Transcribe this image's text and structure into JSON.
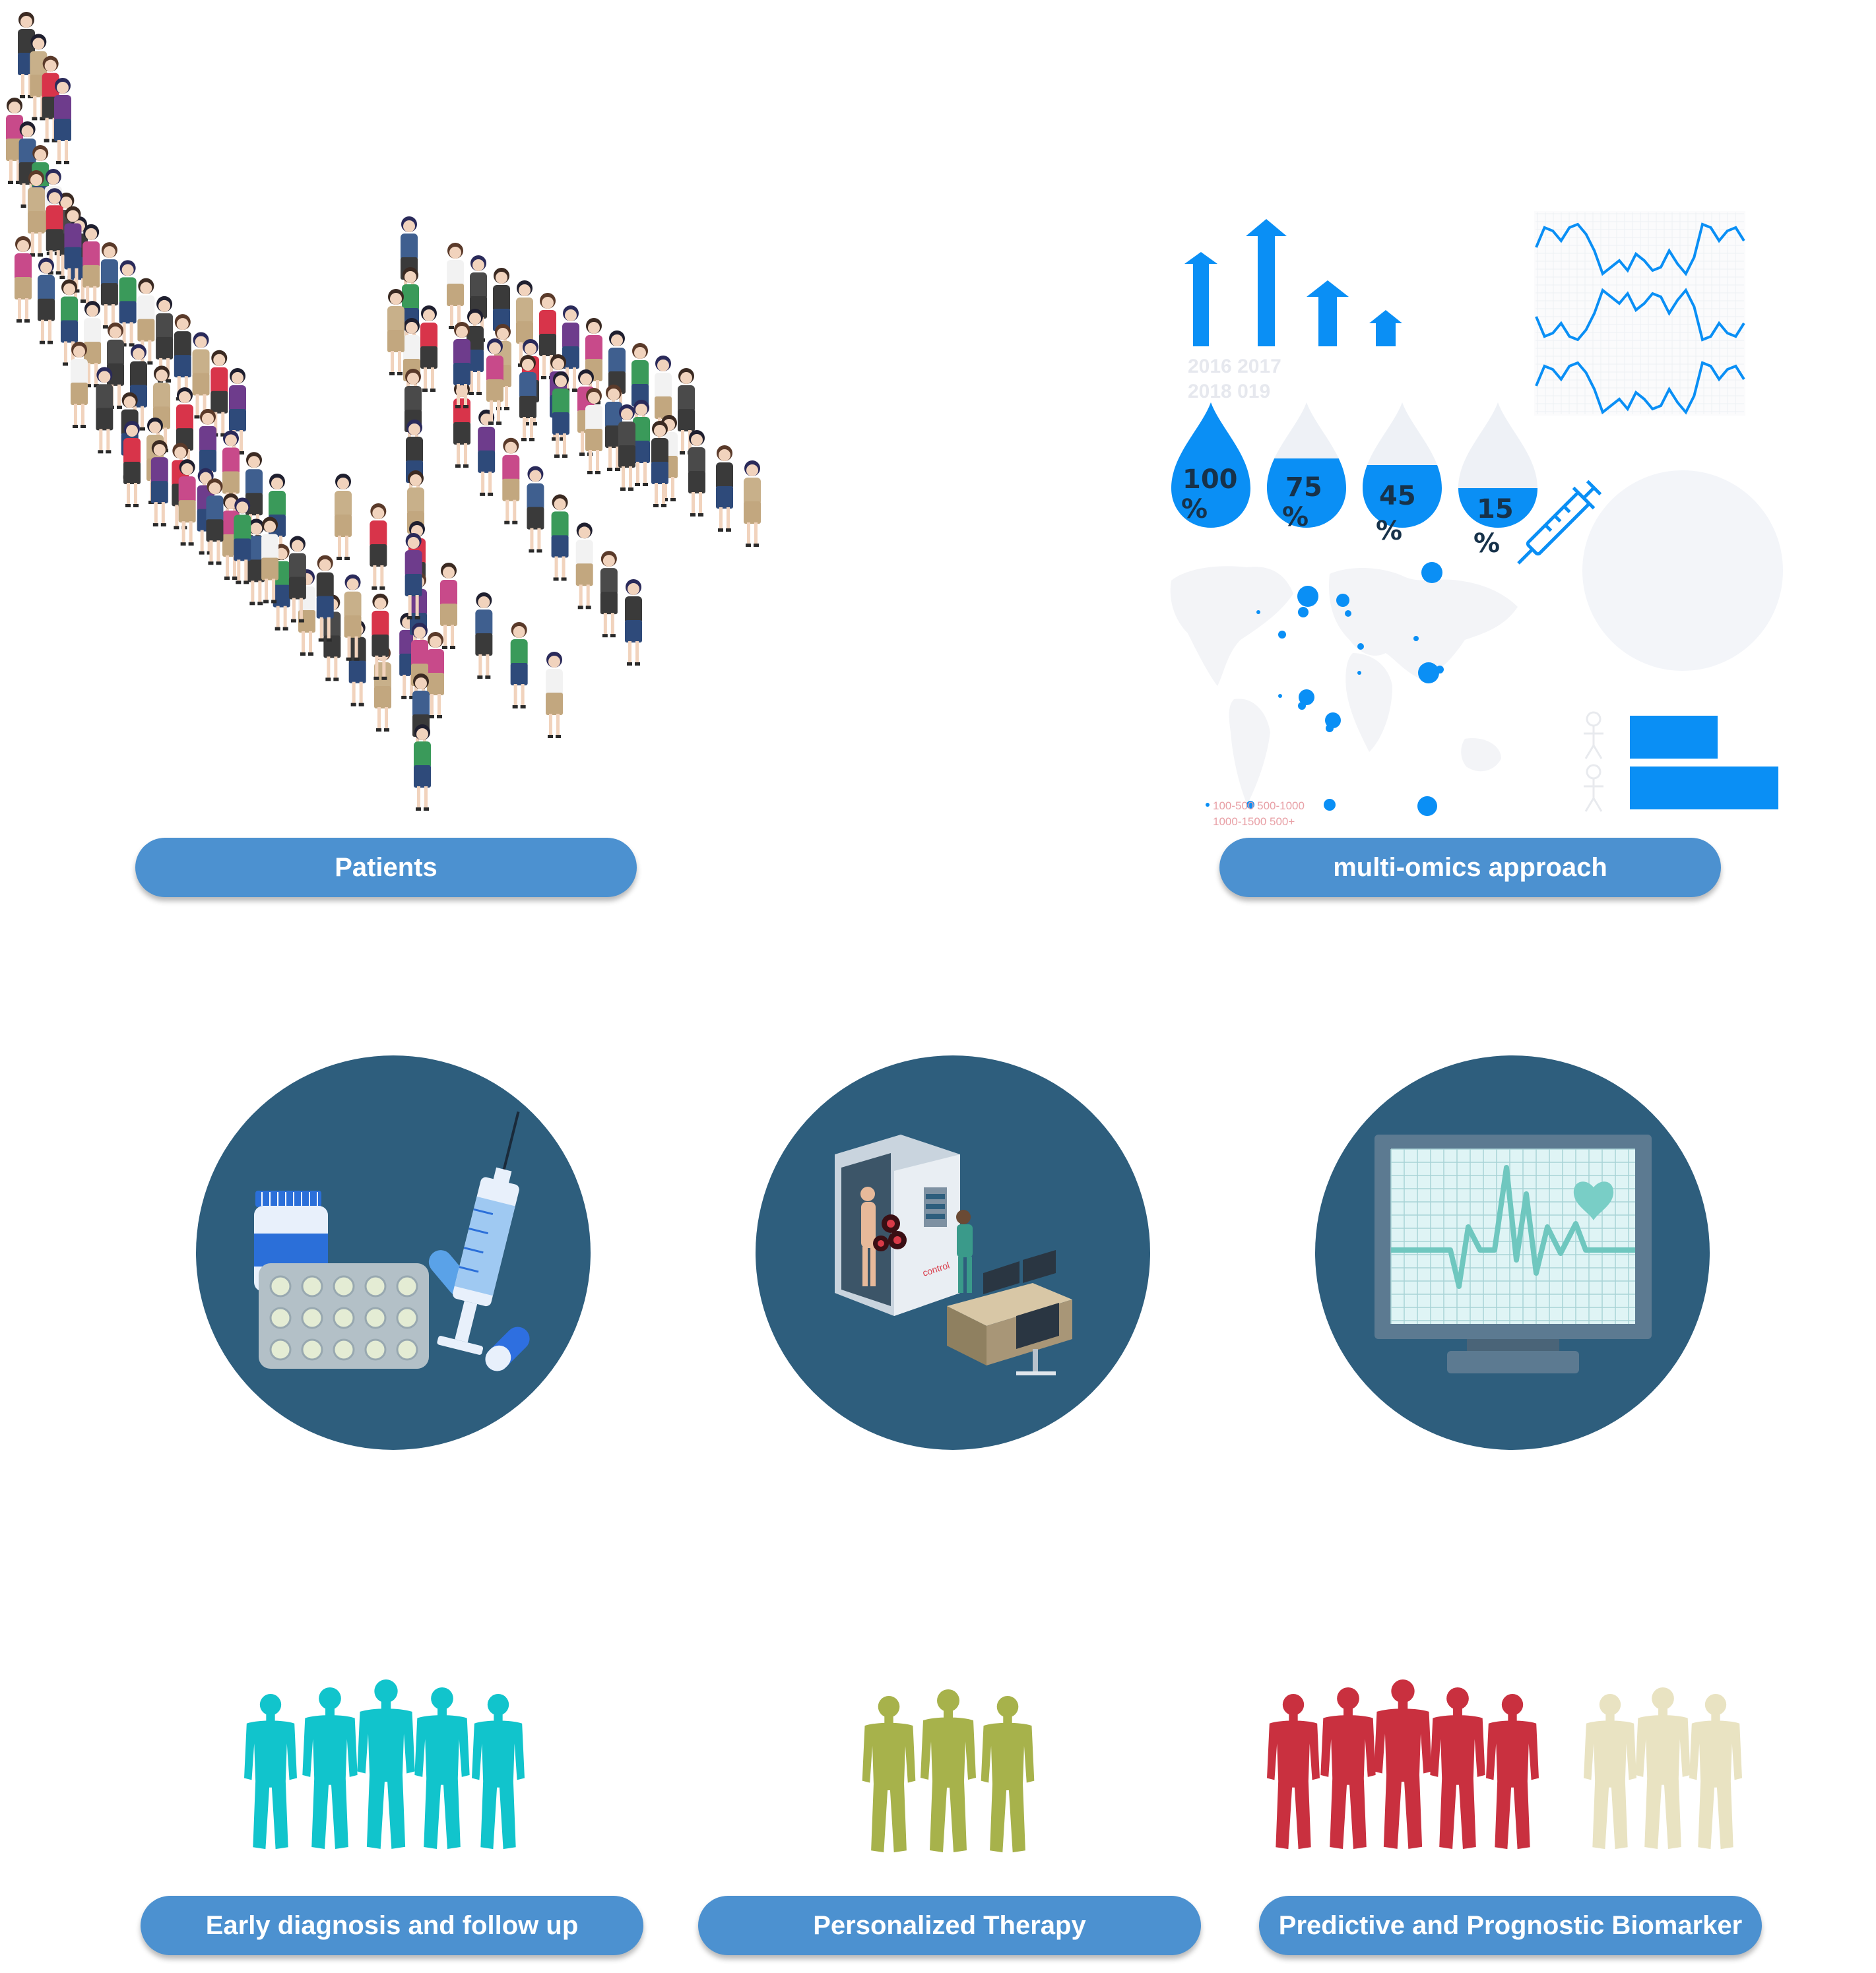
{
  "labels": {
    "patients": "Patients",
    "multi_omics": "multi-omics approach",
    "early_diagnosis": "Early diagnosis and follow up",
    "personalized_therapy": "Personalized Therapy",
    "biomarker": "Predictive and Prognostic Biomarker"
  },
  "infographic": {
    "years_line1": "2016 2017",
    "years_line2": "2018 019",
    "drops": [
      {
        "value": "100",
        "unit": "%",
        "fill": 1.0
      },
      {
        "value": "75",
        "unit": "%",
        "fill": 0.75
      },
      {
        "value": "45",
        "unit": "%",
        "fill": 0.45
      },
      {
        "value": "15",
        "unit": "%",
        "fill": 0.15
      }
    ],
    "map_legend_line1": "100-500 500-1000",
    "map_legend_line2": "1000-1500 500+"
  },
  "icons": {
    "left_circle": "medicine-icon",
    "middle_circle": "body-scanner-icon",
    "right_circle": "heart-monitor-icon"
  },
  "colors": {
    "pill": "#4c91d0",
    "circle": "#2e5e7d",
    "accent_blue": "#0a8ff5",
    "group_teal": "#11c4cc",
    "group_olive": "#a7b24b",
    "group_red": "#c9303f",
    "group_beige": "#e9e3c2"
  }
}
